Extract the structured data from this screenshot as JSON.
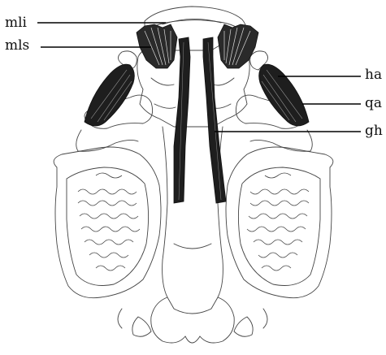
{
  "labels": {
    "mli": "mli",
    "mls": "mls",
    "ha": "ha",
    "qa": "qa",
    "gh": "gh"
  },
  "colors": {
    "outline": "#444444",
    "muscle": "#1e1e1e",
    "background": "#ffffff"
  }
}
